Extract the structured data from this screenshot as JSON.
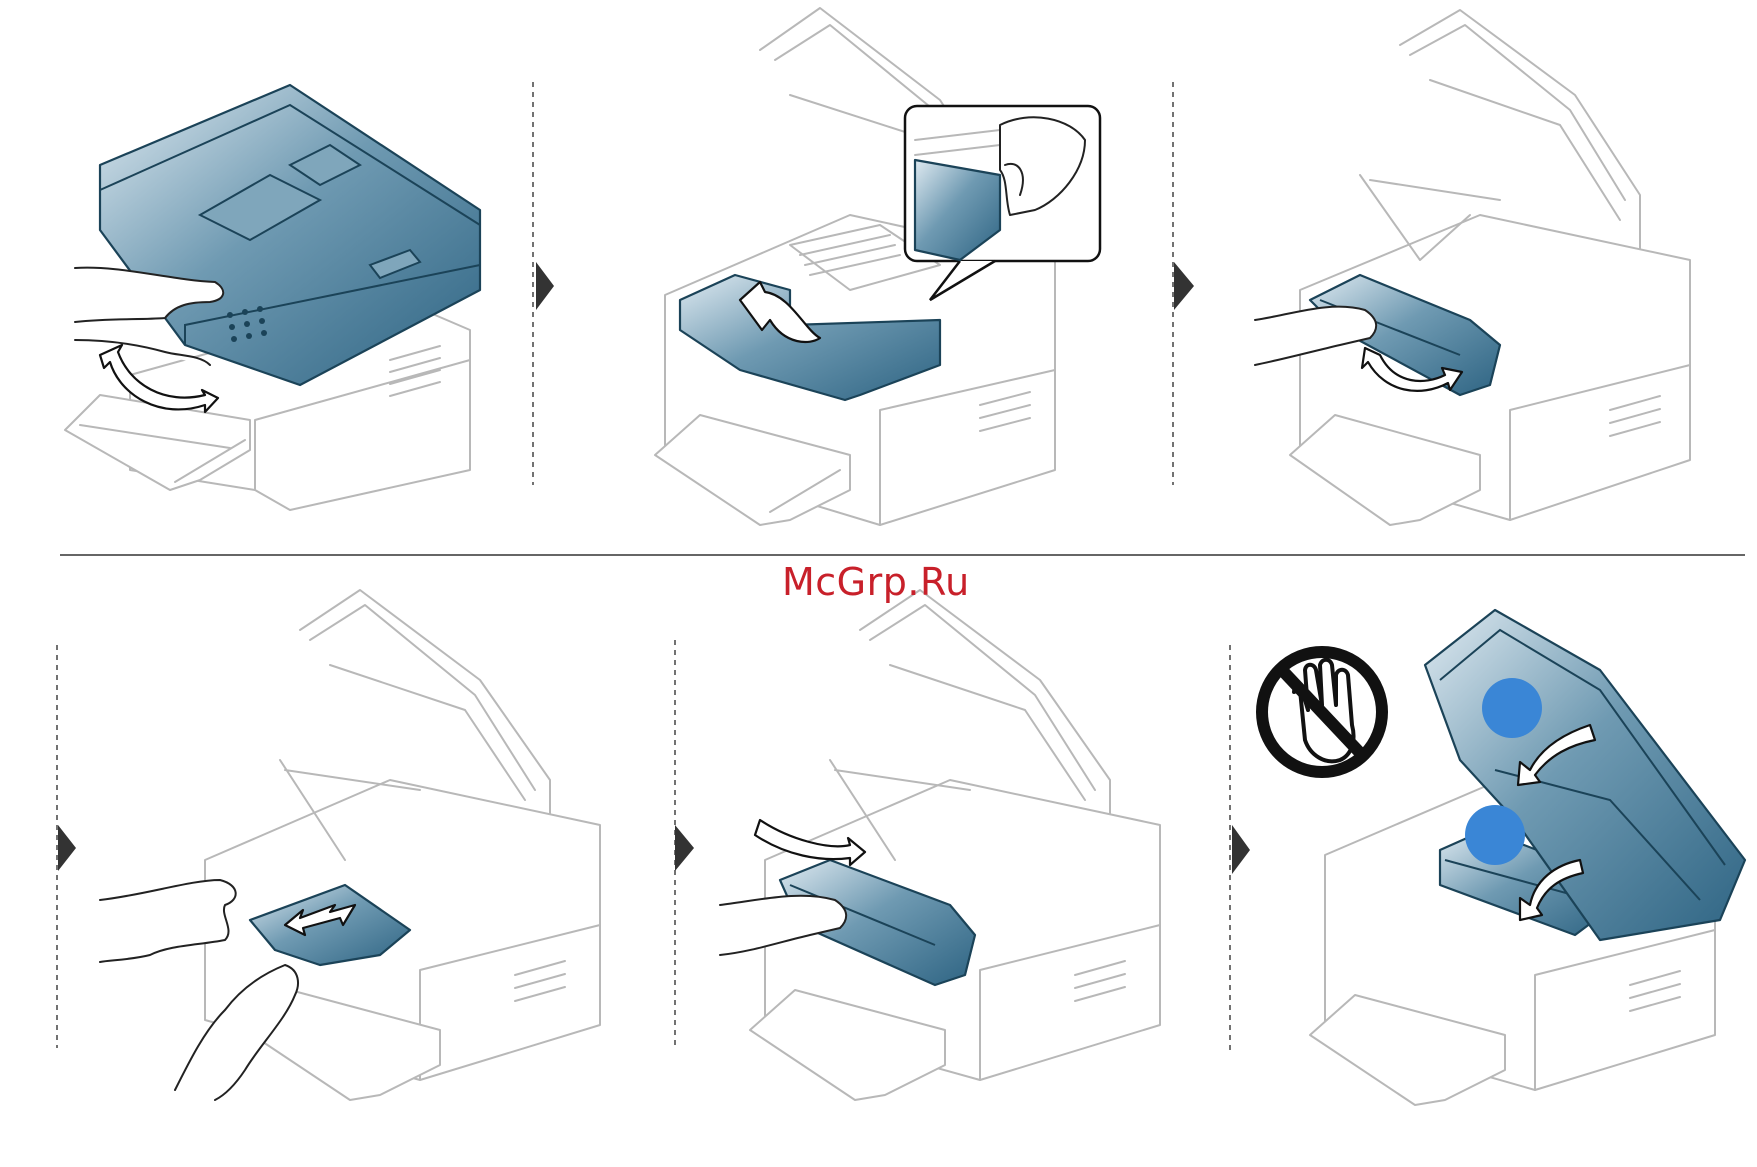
{
  "watermark": "McGrp.Ru",
  "colors": {
    "accent_blue": "#4a7f9c",
    "callout_blue": "#3a86d6",
    "outline_gray": "#b8b8b8",
    "watermark_red": "#c8202a"
  },
  "icons": {
    "step_arrow": "right-triangle-arrow",
    "warning": "no-touch-hand-icon"
  },
  "steps": [
    {
      "id": 1,
      "scene": "open-scan-unit"
    },
    {
      "id": 2,
      "scene": "open-inner-cover"
    },
    {
      "id": 3,
      "scene": "remove-toner-cartridge"
    },
    {
      "id": 4,
      "scene": "pull-jammed-paper"
    },
    {
      "id": 5,
      "scene": "reinsert-toner-cartridge"
    },
    {
      "id": 6,
      "scene": "close-inner-cover-and-scan-unit"
    }
  ]
}
